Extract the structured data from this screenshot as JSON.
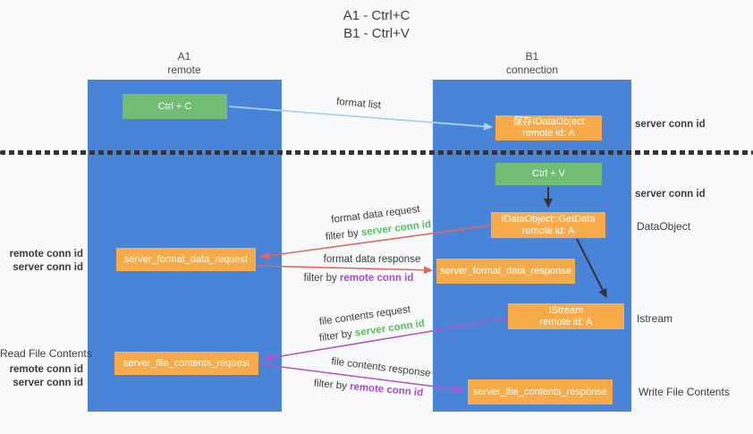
{
  "title": {
    "line1": "A1 - Ctrl+C",
    "line2": "B1 - Ctrl+V"
  },
  "lanes": {
    "a1": {
      "name": "A1",
      "role": "remote"
    },
    "b1": {
      "name": "B1",
      "role": "connection"
    }
  },
  "nodes": {
    "ctrl_c": {
      "label": "Ctrl + C"
    },
    "save_idataobject": {
      "title": "保存IDataObject",
      "subtitle": "remote id: A"
    },
    "ctrl_v": {
      "label": "Ctrl + V"
    },
    "idataobject_getdata": {
      "title": "IDataObject::GetData",
      "subtitle": "remote id: A"
    },
    "server_format_data_request": {
      "label": "server_format_data_request"
    },
    "server_format_data_response": {
      "label": "server_format_data_response"
    },
    "istream": {
      "title": "IStream",
      "subtitle": "remote id: A"
    },
    "server_file_contents_request": {
      "label": "server_file_contents_request"
    },
    "server_file_contents_response": {
      "label": "server_file_contents_response"
    }
  },
  "edge_labels": {
    "format_list": "format list",
    "format_data_request": "format data request",
    "format_data_response": "format data response",
    "file_contents_request": "file contents request",
    "file_contents_response": "file contents response",
    "filter_by": "filter by ",
    "server_conn_id": "server conn id",
    "remote_conn_id": "remote conn id"
  },
  "side_labels": {
    "left": {
      "remote_conn_id": "remote conn id",
      "server_conn_id": "server conn id",
      "read_file_contents": "Read File Contents"
    },
    "right": {
      "server_conn_id": "server conn id",
      "dataobject": "DataObject",
      "istream": "Istream",
      "write_file_contents": "Write File Contents"
    }
  },
  "arrows": [
    {
      "name": "format-list",
      "from": "ctrl_c",
      "to": "save_idataobject",
      "color": "#a8d2f0"
    },
    {
      "name": "ctrl-v-to-getdata",
      "from": "ctrl_v",
      "to": "idataobject_getdata",
      "color": "#333333"
    },
    {
      "name": "getdata-to-istream",
      "from": "idataobject_getdata",
      "to": "istream",
      "color": "#333333"
    },
    {
      "name": "format-data-request",
      "from": "idataobject_getdata",
      "to": "server_format_data_request",
      "color": "#e8645c"
    },
    {
      "name": "format-data-response",
      "from": "server_format_data_request",
      "to": "server_format_data_response",
      "color": "#e8645c"
    },
    {
      "name": "file-contents-request",
      "from": "istream",
      "to": "server_file_contents_request",
      "color": "#ba52c8"
    },
    {
      "name": "file-contents-response",
      "from": "server_file_contents_request",
      "to": "server_file_contents_response",
      "color": "#ba52c8"
    }
  ],
  "colors": {
    "lane_blue": "#4a84d8",
    "node_green": "#71bd73",
    "node_orange": "#f9ab49",
    "arrow_blue": "#a8d2f0",
    "arrow_red": "#e8645c",
    "arrow_magenta": "#ba52c8",
    "arrow_black": "#333333",
    "text_green": "#5bbb5d",
    "text_purple": "#a44bd3",
    "background": "#f8f9fa"
  }
}
